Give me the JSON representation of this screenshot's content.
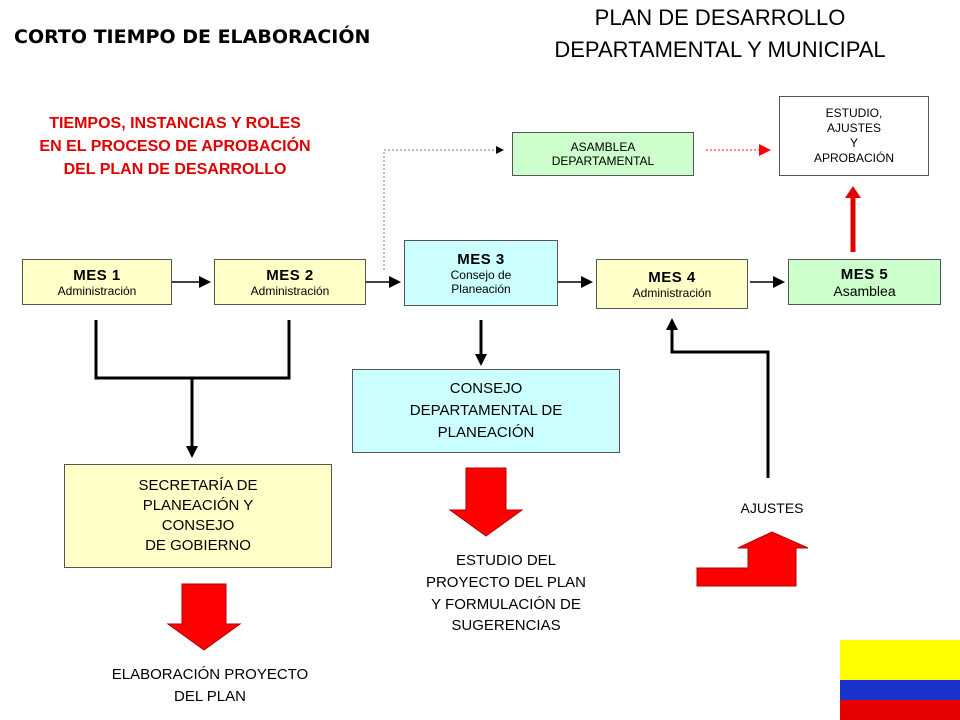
{
  "header": {
    "left_title": "CORTO TIEMPO DE ELABORACIÓN",
    "right_title_line1": "PLAN DE DESARROLLO",
    "right_title_line2": "DEPARTAMENTAL Y MUNICIPAL"
  },
  "subtitle": {
    "line1": "TIEMPOS, INSTANCIAS Y ROLES",
    "line2": "EN EL PROCESO DE APROBACIÓN",
    "line3": "DEL PLAN DE DESARROLLO"
  },
  "months": [
    {
      "title": "MES 1",
      "sub": "Administración"
    },
    {
      "title": "MES 2",
      "sub": "Administración"
    },
    {
      "title": "MES 3",
      "sub_line1": "Consejo de",
      "sub_line2": "Planeación"
    },
    {
      "title": "MES 4",
      "sub": "Administración"
    },
    {
      "title": "MES 5",
      "sub": "Asamblea"
    }
  ],
  "asamblea_box": {
    "line1": "ASAMBLEA",
    "line2": "DEPARTAMENTAL"
  },
  "estudio_box": {
    "line1": "ESTUDIO,",
    "line2": "AJUSTES",
    "line3": "Y",
    "line4": "APROBACIÓN"
  },
  "secretaria_box": {
    "line1": "SECRETARÍA DE",
    "line2": "PLANEACIÓN Y",
    "line3": "CONSEJO",
    "line4": "DE GOBIERNO"
  },
  "consejo_box": {
    "line1": "CONSEJO",
    "line2": "DEPARTAMENTAL DE",
    "line3": "PLANEACIÓN"
  },
  "outcomes": {
    "elaboracion_line1": "ELABORACIÓN PROYECTO",
    "elaboracion_line2": "DEL PLAN",
    "estudio_line1": "ESTUDIO DEL",
    "estudio_line2": "PROYECTO DEL PLAN",
    "estudio_line3": "Y FORMULACIÓN DE",
    "estudio_line4": "SUGERENCIAS",
    "ajustes": "AJUSTES"
  },
  "colors": {
    "red_text": "#e00000",
    "arrow_red": "#ff0000",
    "flag_yellow": "#ffff00",
    "flag_blue": "#1a33cc",
    "flag_red": "#e60000"
  },
  "icons": {
    "flag": "colombia-flag-icon"
  }
}
